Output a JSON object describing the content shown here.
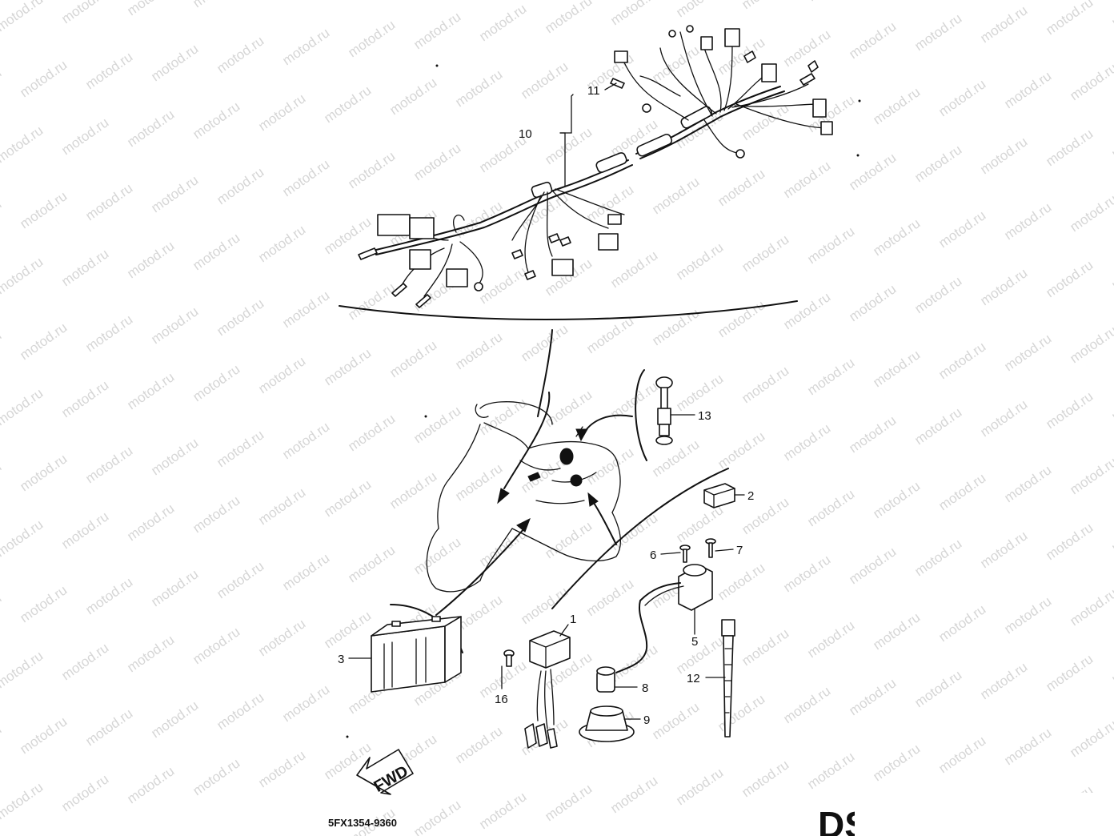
{
  "watermark": {
    "text": "motod.ru"
  },
  "drawing_code": "5FX1354-9360",
  "corner_mark": "DS",
  "fwd_label": "FWD",
  "callouts": [
    {
      "number": "1"
    },
    {
      "number": "2"
    },
    {
      "number": "3"
    },
    {
      "number": "5"
    },
    {
      "number": "6"
    },
    {
      "number": "7"
    },
    {
      "number": "8"
    },
    {
      "number": "9"
    },
    {
      "number": "10"
    },
    {
      "number": "11"
    },
    {
      "number": "12"
    },
    {
      "number": "13"
    },
    {
      "number": "16"
    }
  ]
}
